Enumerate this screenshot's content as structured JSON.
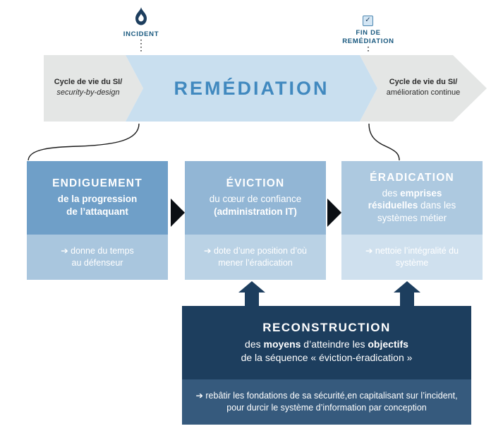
{
  "markers": {
    "incident": {
      "label": "INCIDENT"
    },
    "fin_de_remediation": {
      "line1": "FIN DE",
      "line2": "REMÉDIATION"
    }
  },
  "band": {
    "left": {
      "line1": "Cycle de vie du SI/",
      "line2": "security-by-design"
    },
    "center_title": "REMÉDIATION",
    "right": {
      "line1": "Cycle de vie du SI/",
      "line2": "amélioration continue"
    }
  },
  "phases": [
    {
      "title": "ENDIGUEMENT",
      "subtitle": [
        {
          "text": "de la progression de l’attaquant",
          "bold": true
        }
      ],
      "footer": "➔ donne du temps au défenseur"
    },
    {
      "title": "ÉVICTION",
      "subtitle": [
        {
          "text": "du cœur de confiance ",
          "bold": false
        },
        {
          "text": "(administration IT)",
          "bold": true
        }
      ],
      "footer": "➔ dote d’une position d’où mener l’éradication"
    },
    {
      "title": "ÉRADICATION",
      "subtitle": [
        {
          "text": "des ",
          "bold": false
        },
        {
          "text": "emprises résiduelles",
          "bold": true
        },
        {
          "text": " dans les systèmes métier",
          "bold": false
        }
      ],
      "footer": "➔ nettoie l’intégralité du système"
    }
  ],
  "reconstruction": {
    "title": "RECONSTRUCTION",
    "subtitle_line1": [
      {
        "text": "des ",
        "bold": false
      },
      {
        "text": "moyens",
        "bold": true
      },
      {
        "text": " d’atteindre les ",
        "bold": false
      },
      {
        "text": "objectifs",
        "bold": true
      }
    ],
    "subtitle_line2": "de la séquence « éviction-éradication »",
    "footer": "➔ rebâtir les fondations de sa sécurité,en capitalisant sur l’incident, pour durcir le système d’information par conception"
  },
  "icons": {
    "flame": "flame-icon",
    "checkbox": "checkbox-icon",
    "arrow_right": "arrow-right-icon",
    "arrow_up": "arrow-up-icon"
  },
  "colors": {
    "band_gray": "#e4e6e5",
    "band_blue": "#c9dfef",
    "band_title_blue": "#4189bf",
    "marker_blue": "#19597f",
    "phase1_header": "#6f9fc8",
    "phase1_footer": "#a9c6de",
    "phase2_header": "#92b6d5",
    "phase2_footer": "#bad2e5",
    "phase3_header": "#adc9e0",
    "phase3_footer": "#cfe0ee",
    "navy_header": "#1d3e5e",
    "navy_footer": "#365a7d",
    "arrow_black": "#0b0f14"
  }
}
